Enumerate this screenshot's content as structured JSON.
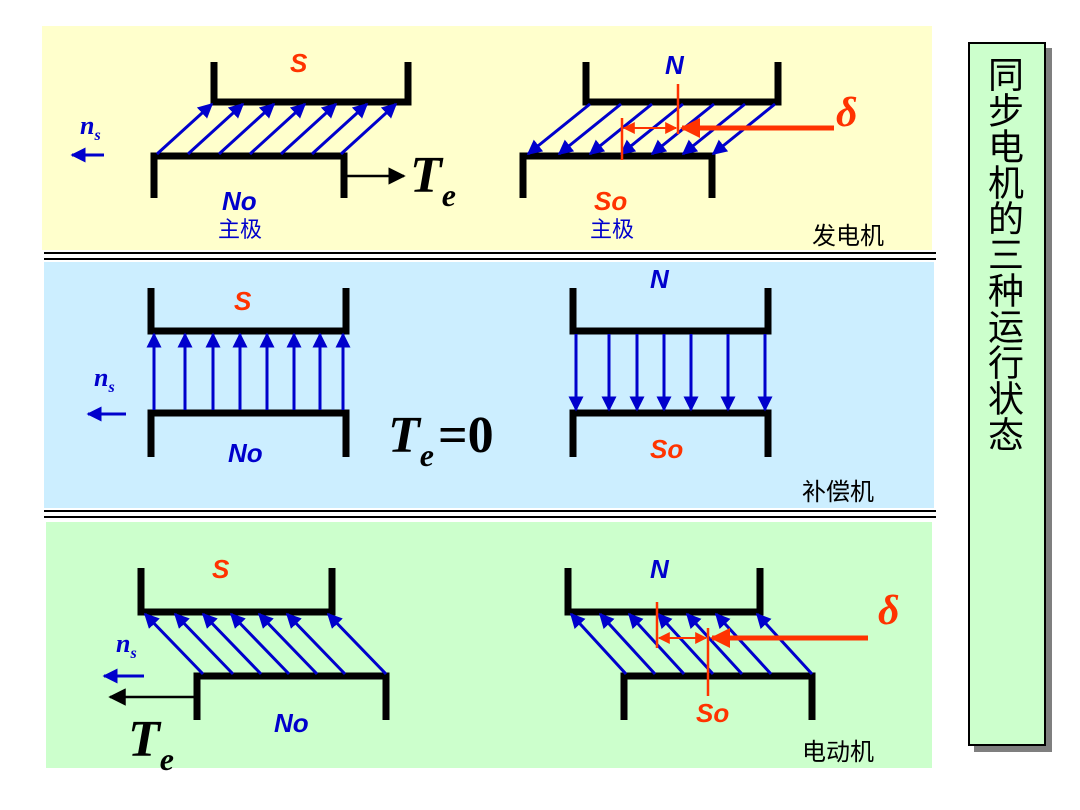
{
  "title": "同步电机的三种运行状态",
  "colors": {
    "generator_bg": "#ffffcc",
    "compensator_bg": "#cceeff",
    "motor_bg": "#ccffcc",
    "flux": "#0000cc",
    "accent": "#ff3300",
    "pole": "#000000"
  },
  "generator": {
    "mode_label": "发电机",
    "left": {
      "stator_pole": "S",
      "rotor_pole": "No",
      "rotor_caption": "主极"
    },
    "right": {
      "stator_pole": "N",
      "rotor_pole": "So",
      "rotor_caption": "主极"
    },
    "speed_symbol": "n",
    "speed_sub": "s",
    "torque_symbol": "T",
    "torque_sub": "e",
    "angle_symbol": "δ"
  },
  "compensator": {
    "mode_label": "补偿机",
    "left": {
      "stator_pole": "S",
      "rotor_pole": "No"
    },
    "right": {
      "stator_pole": "N",
      "rotor_pole": "So"
    },
    "speed_symbol": "n",
    "speed_sub": "s",
    "torque_symbol": "T",
    "torque_sub": "e",
    "torque_value": "=0"
  },
  "motor": {
    "mode_label": "电动机",
    "left": {
      "stator_pole": "S",
      "rotor_pole": "No"
    },
    "right": {
      "stator_pole": "N",
      "rotor_pole": "So"
    },
    "speed_symbol": "n",
    "speed_sub": "s",
    "torque_symbol": "T",
    "torque_sub": "e",
    "angle_symbol": "δ"
  }
}
